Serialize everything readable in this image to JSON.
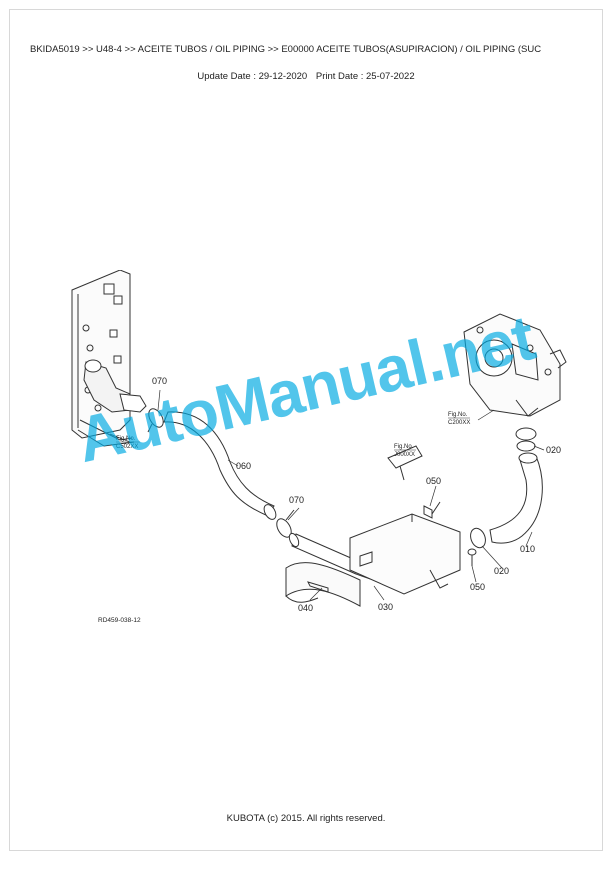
{
  "header": {
    "breadcrumb": "BKIDA5019 >> U48-4 >> ACEITE TUBOS / OIL PIPING >> E00000   ACEITE TUBOS(ASUPIRACION) / OIL PIPING (SUC",
    "update_date": "Update Date : 29-12-2020",
    "print_date": "Print Date : 25-07-2022"
  },
  "diagram": {
    "part_labels": {
      "p010": "010",
      "p020_top": "020",
      "p020_bottom": "020",
      "p030": "030",
      "p040": "040",
      "p050_top": "050",
      "p050_bottom": "050",
      "p060": "060",
      "p070_left": "070",
      "p070_mid": "070"
    },
    "fig_refs": {
      "left_title": "Fig.No.",
      "left_code": "C502XX",
      "mid_title": "Fig.No.",
      "mid_code": "J000XX",
      "right_title": "Fig.No.",
      "right_code": "C200XX"
    },
    "drawing_code": "RD459-038-12"
  },
  "watermark": "AutoManual.net",
  "footer": {
    "copyright": "KUBOTA (c) 2015. All rights reserved."
  },
  "colors": {
    "watermark": "#00aae1",
    "line": "#333333"
  }
}
